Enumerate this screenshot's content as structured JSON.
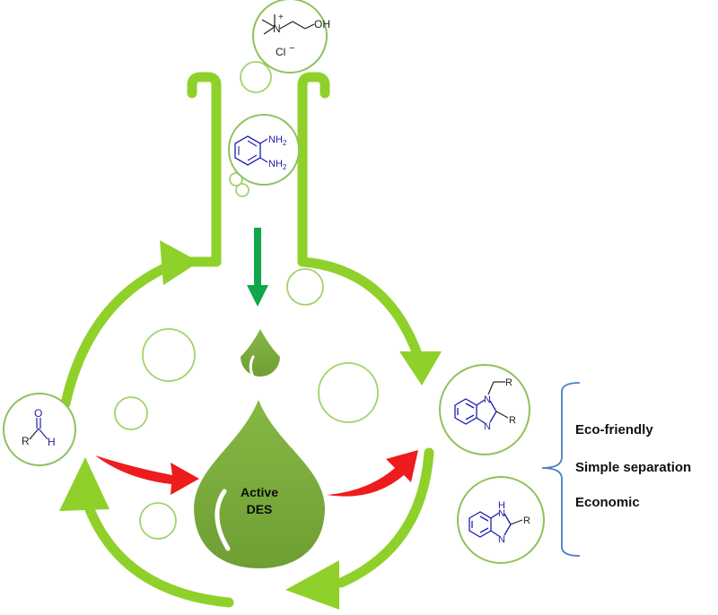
{
  "drop": {
    "line1": "Active",
    "line2": "DES"
  },
  "benefits": [
    "Eco-friendly",
    "Simple separation",
    "Economic"
  ],
  "molecules": {
    "choline": {
      "cation_charge": "+",
      "hydroxyl": "OH",
      "counterion": "Cl",
      "anion_charge": "−"
    },
    "phenylenediamine": {
      "amine1": "NH",
      "amine1_sub": "2",
      "amine2": "NH",
      "amine2_sub": "2"
    },
    "aldehyde": {
      "oxygen": "O",
      "r_group": "R",
      "hydrogen": "H"
    },
    "benzimidazole_nsub": {
      "n1": "N",
      "n3": "N",
      "r_top": "R",
      "r_side": "R"
    },
    "benzimidazole_nh": {
      "nh": "H",
      "nh_n": "N",
      "n3": "N",
      "r_side": "R"
    }
  },
  "colors": {
    "cycle_green": "#8fd12a",
    "bubble_outline": "#a2d36a",
    "drop_fill": "#7fb03e",
    "drop_dark": "#6e9f33",
    "red_arrow": "#ee1c1c",
    "down_arrow": "#10a64a",
    "molecule_blue": "#1e1ea8",
    "bracket": "#4a7fc1"
  }
}
